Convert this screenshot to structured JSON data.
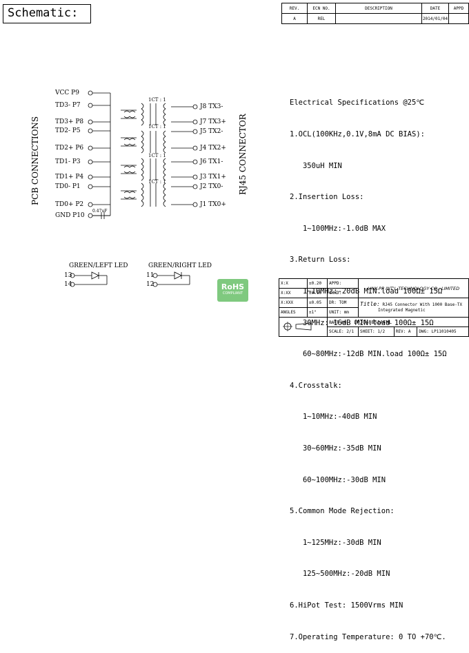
{
  "title": "Schematic:",
  "revision_table": {
    "headers": [
      "REV.",
      "ECN NO.",
      "DESCRIPTION",
      "DATE",
      "APPD"
    ],
    "row": [
      "A",
      "REL",
      "",
      "2014/01/04",
      ""
    ]
  },
  "specs": {
    "heading": "Electrical Specifications @25℃",
    "lines": [
      "1.OCL(100KHz,0.1V,8mA DC BIAS):",
      "   350uH MIN",
      "2.Insertion Loss:",
      "   1~100MHz:-1.0dB MAX",
      "3.Return Loss:",
      "   1~10MHz:-20dB MIN.load 100Ω± 15Ω",
      "   30MHz:-16dB MIN.load 100Ω± 15Ω",
      "   60~80MHz:-12dB MIN.load 100Ω± 15Ω",
      "4.Crosstalk:",
      "   1~10MHz:-40dB MIN",
      "   30~60MHz:-35dB MIN",
      "   60~100MHz:-30dB MIN",
      "5.Common Mode Rejection:",
      "   1~125MHz:-30dB MIN",
      "   125~500MHz:-20dB MIN",
      "6.HiPot Test: 1500Vrms MIN",
      "7.Operating Temperature: 0 TO +70℃."
    ]
  },
  "schematic": {
    "left_title": "PCB CONNECTIONS",
    "right_title": "RJ45 CONNECTOR",
    "left_pins": [
      "VCC  P9",
      "TD3- P7",
      "TD3+ P8",
      "TD2- P5",
      "TD2+ P6",
      "TD1- P3",
      "TD1+ P4",
      "TD0- P1",
      "TD0+ P2",
      "GND P10"
    ],
    "right_pins": [
      "J8 TX3-",
      "J7 TX3+",
      "J5 TX2-",
      "J4 TX2+",
      "J6 TX1-",
      "J3 TX1+",
      "J2 TX0-",
      "J1 TX0+"
    ],
    "ratio_label": "1CT : 1",
    "cap_label": "0.47uF"
  },
  "leds": {
    "left": {
      "title": "GREEN/LEFT LED",
      "pin_a": "13",
      "pin_b": "14"
    },
    "right": {
      "title": "GREEN/RIGHT LED",
      "pin_a": "11",
      "pin_b": "12"
    }
  },
  "rohs": {
    "label": "RoHS",
    "sub": "COMPLIANT"
  },
  "title_block": {
    "tol_x": "X:X",
    "tol_x_val": "±0.20",
    "tol_xx": "X:XX",
    "tol_xx_val": "±0.10",
    "tol_xxx": "X:XXX",
    "tol_xxx_val": "±0.05",
    "tol_angles": "ANGLES",
    "tol_angles_val": "±1°",
    "appd": "APPD:",
    "chkd": "CHKD:",
    "dr": "DR:",
    "dr_val": "TOM",
    "unit": "UNIT:",
    "unit_val": "mm",
    "company": "LINK-PP INT'L TECHNOLOGY CO., LIMITED",
    "title_label": "Title:",
    "title_line1": "RJ45 Connector With 1000 Base-TX",
    "title_line2": "Integrated Magnetic",
    "part_label": "PART NO.:",
    "part_val": "LPJG48851AFNL",
    "scale_label": "SCALE:",
    "scale_val": "2/1",
    "sheet_label": "SHEET:",
    "sheet_val": "1/2",
    "rev_label": "REV:",
    "rev_val": "A",
    "dwg_label": "DWG:",
    "dwg_val": "LP11010405"
  },
  "colors": {
    "rohs_green": "#7fc97f",
    "ink": "#000000"
  }
}
